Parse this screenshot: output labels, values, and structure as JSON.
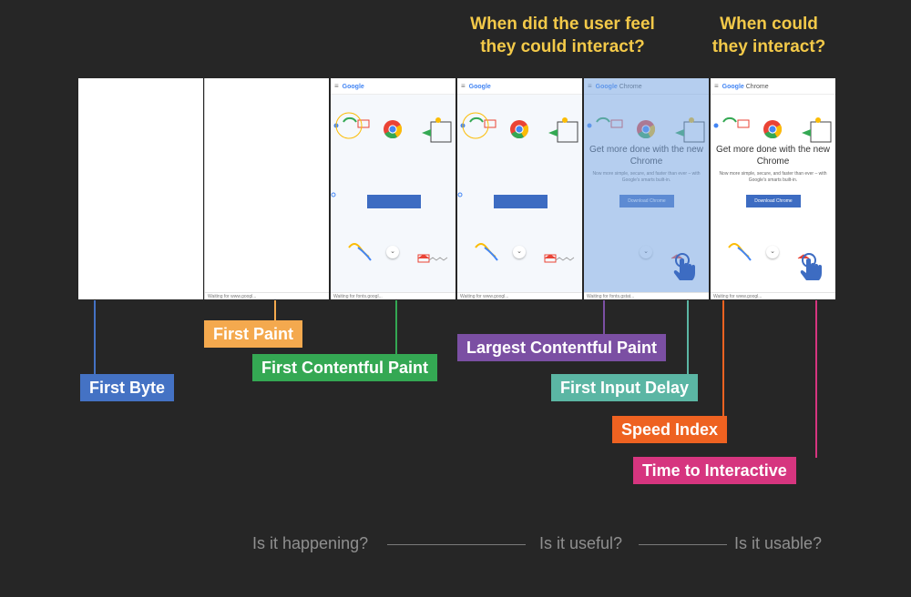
{
  "questions": {
    "feel": "When did the user feel they could interact?",
    "could": "When could they interact?"
  },
  "frames": {
    "status_1": "Waiting for www.googl...",
    "status_2": "Waiting for fonts.googl...",
    "status_3": "Waiting for www.googl...",
    "status_4": "Waiting for fonts.gstat...",
    "status_5": "Waiting for www.googl...",
    "brand_google": "Google",
    "brand_google_chrome_google": "Google",
    "brand_google_chrome_chrome": "Chrome",
    "headline": "Get more done with the new Chrome",
    "subtext": "Now more simple, secure, and faster than ever – with Google's smarts built-in.",
    "cta": "Download Chrome"
  },
  "metrics": [
    {
      "label": "First Byte",
      "color": "#4472c4"
    },
    {
      "label": "First Paint",
      "color": "#f4a94e"
    },
    {
      "label": "First Contentful Paint",
      "color": "#34a853"
    },
    {
      "label": "Largest Contentful Paint",
      "color": "#7b4fa3"
    },
    {
      "label": "First Input Delay",
      "color": "#5bb6a4"
    },
    {
      "label": "Speed Index",
      "color": "#ee6221"
    },
    {
      "label": "Time to Interactive",
      "color": "#d6357f"
    }
  ],
  "stages": {
    "happening": "Is it happening?",
    "useful": "Is it useful?",
    "usable": "Is it usable?"
  },
  "colors": {
    "background": "#262626",
    "question_text": "#f3c949",
    "stage_text": "#8f8f8f"
  }
}
